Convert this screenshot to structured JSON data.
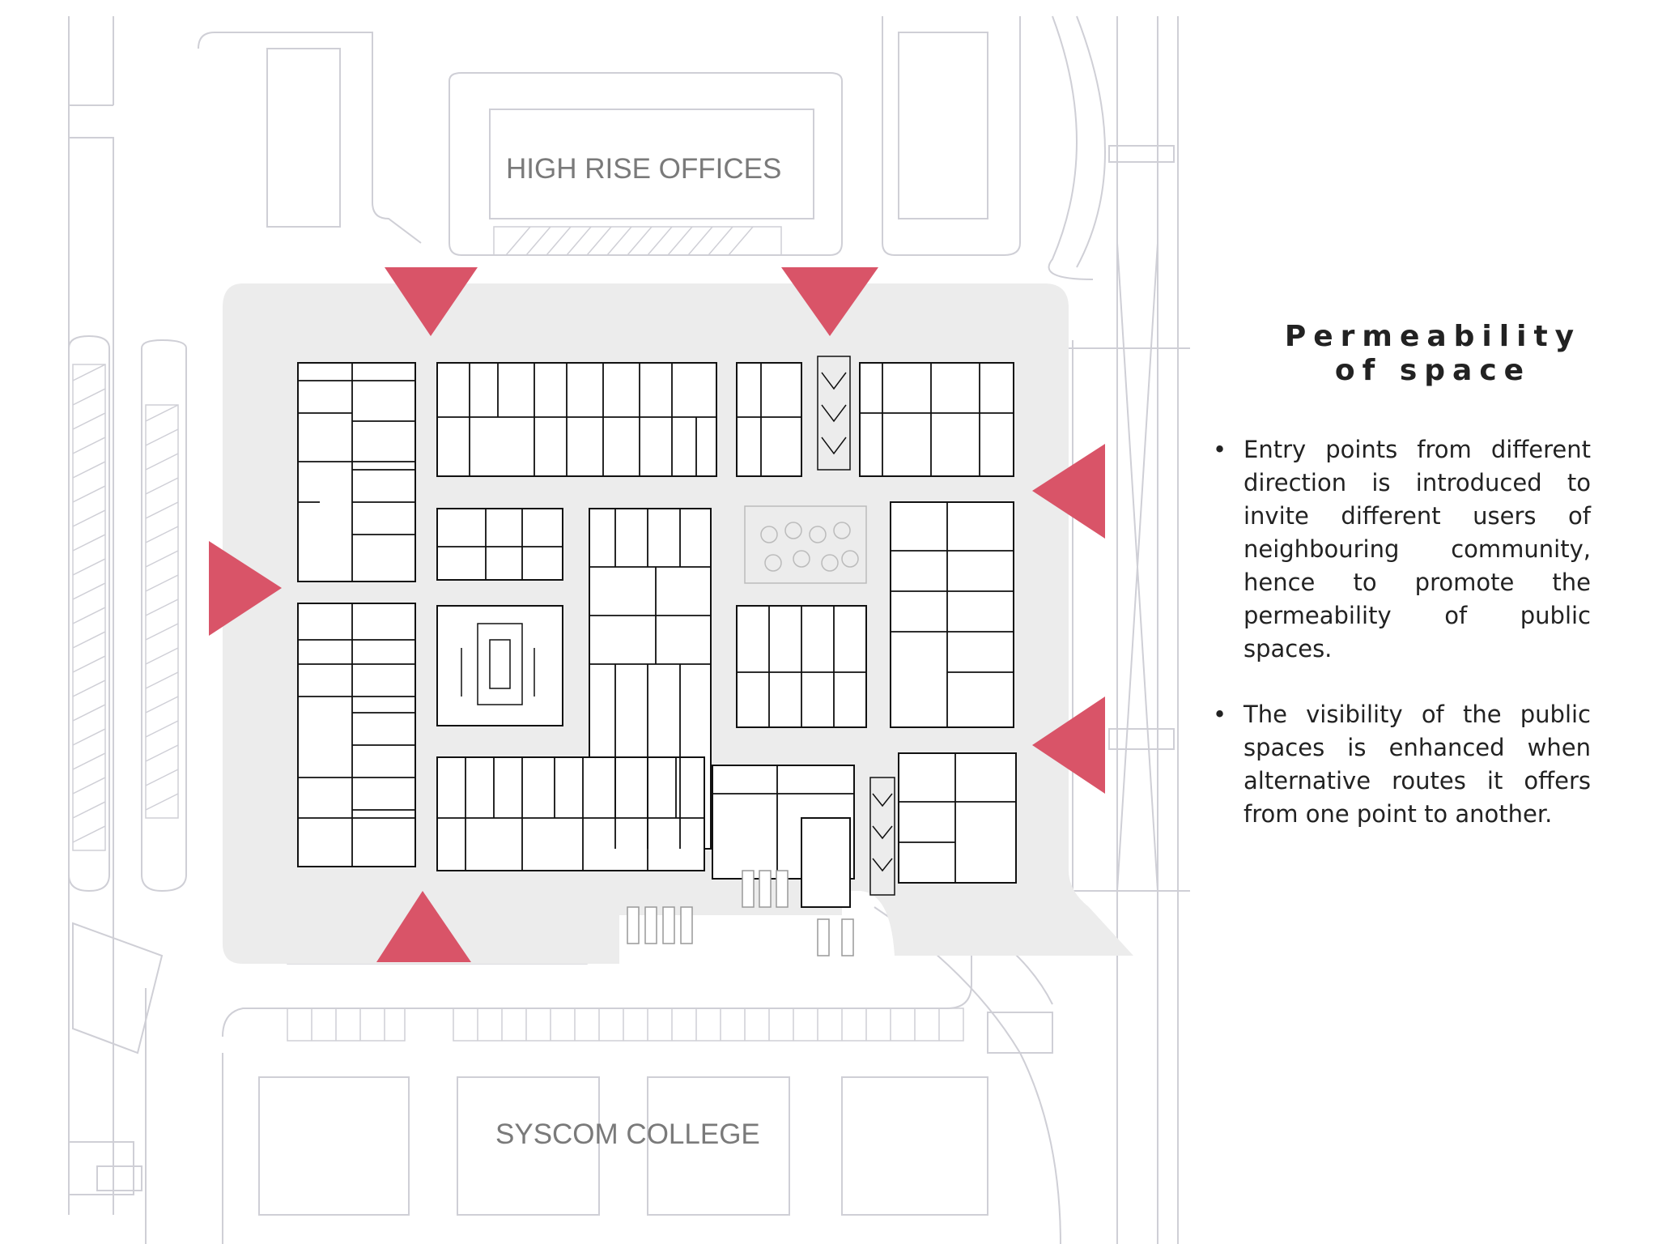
{
  "labels": {
    "top_building": "HIGH RISE OFFICES",
    "bottom_building": "SYSCOM COLLEGE"
  },
  "panel": {
    "title_line1": "Permeability",
    "title_line2": "of space",
    "bullet_symbol": "•",
    "bullets": [
      "Entry points from different direction is introduced to invite different users of neighbouring community, hence to promote the permeability of public spaces.",
      "The visibility of the public spaces is enhanced when alternative routes it offers from one point to another."
    ]
  },
  "colors": {
    "entry_arrow": "#d95468",
    "plaza": "#ececec",
    "walls": "#111111",
    "site_lines": "#c8c8cf",
    "label_text": "#7a7a7a"
  },
  "entry_points": [
    "top-left",
    "top-right",
    "left",
    "right-upper",
    "right-lower",
    "bottom"
  ]
}
